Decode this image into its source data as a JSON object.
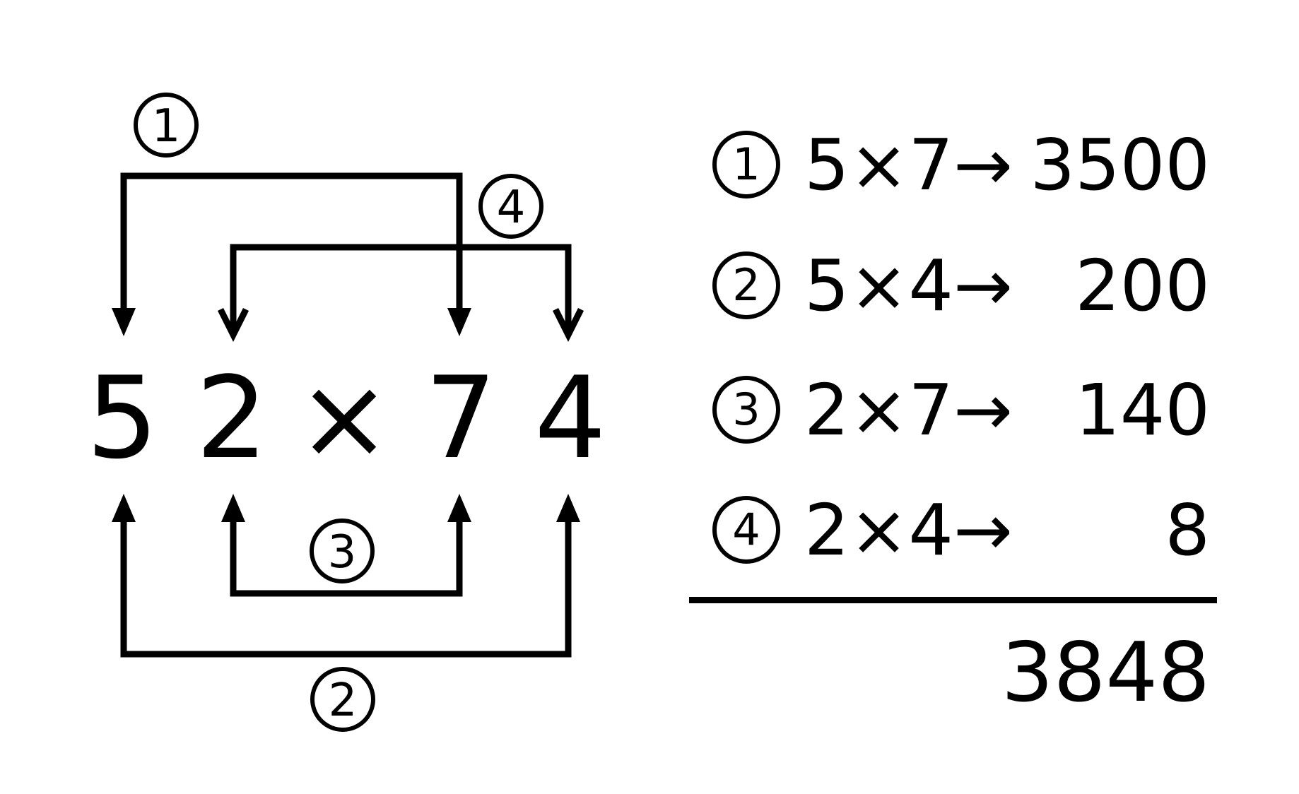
{
  "colors": {
    "ink": "#000000",
    "paper": "#ffffff"
  },
  "expression": {
    "digits": [
      "5",
      "2",
      "×",
      "7",
      "4"
    ]
  },
  "steps": [
    {
      "num": "1",
      "equation": "5×7→",
      "result": "3500"
    },
    {
      "num": "2",
      "equation": "5×4→",
      "result": "200"
    },
    {
      "num": "3",
      "equation": "2×7→",
      "result": "140"
    },
    {
      "num": "4",
      "equation": "2×4→",
      "result": "8"
    }
  ],
  "total": "3848"
}
